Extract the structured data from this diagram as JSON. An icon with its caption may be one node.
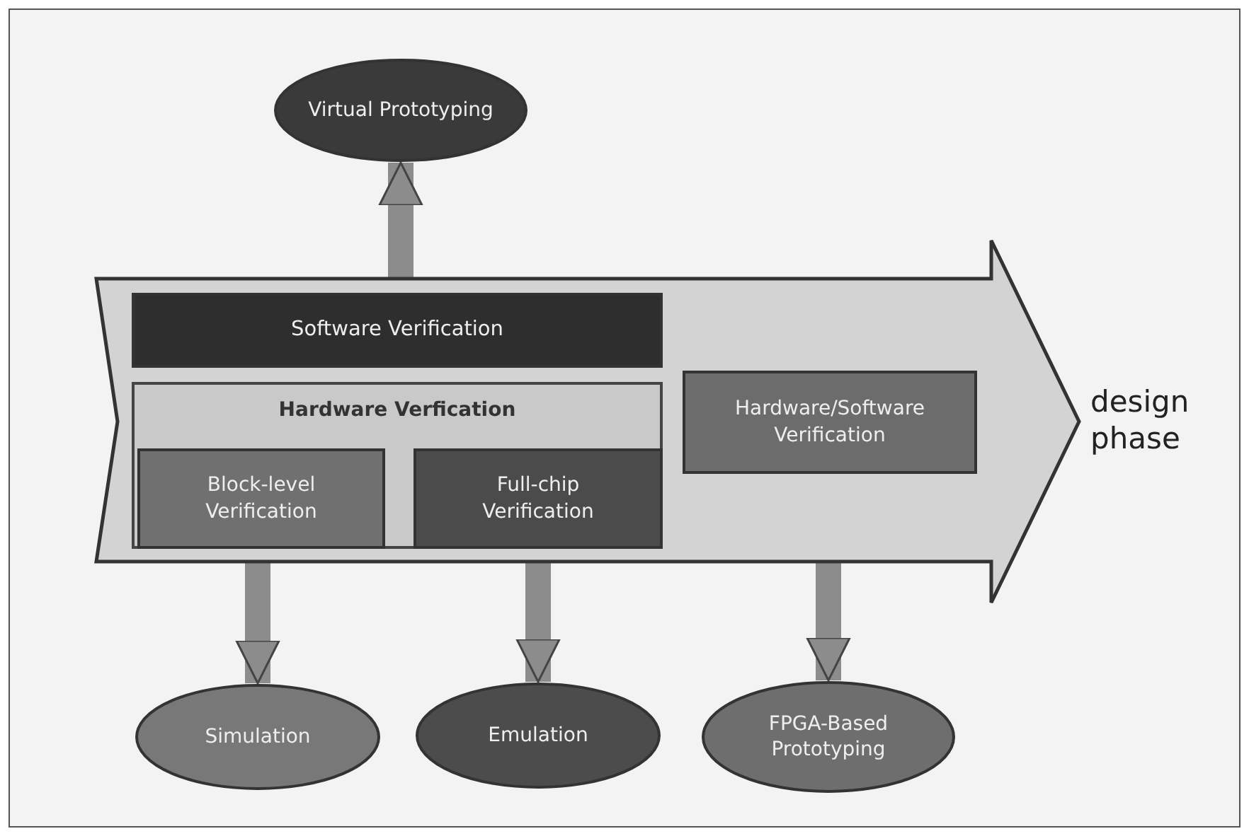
{
  "diagram": {
    "nodes": [
      {
        "text": [
          "Virtual Prototyping"
        ]
      },
      {
        "text": [],
        "shape": "arrow",
        "beside": [
          "design phase"
        ]
      },
      {
        "text": [
          "Software Verification"
        ],
        "in": 1
      },
      {
        "text": [
          "Hardware Verfication"
        ],
        "in": 1
      },
      {
        "text": [
          "Block-level Verification"
        ],
        "in": 3
      },
      {
        "text": [
          "Full-chip Verification"
        ],
        "in": 3
      },
      {
        "text": [
          "Hardware/Software Verification"
        ],
        "in": 1
      },
      {
        "text": [
          "Simulation"
        ]
      },
      {
        "text": [
          "Emulation"
        ]
      },
      {
        "text": [
          "FPGA-Based Prototyping"
        ]
      }
    ],
    "edges": [
      {
        "from": 1,
        "to": 0,
        "arrow": "to"
      },
      {
        "from": 1,
        "to": 7,
        "arrow": "to"
      },
      {
        "from": 1,
        "to": 8,
        "arrow": "to"
      },
      {
        "from": 1,
        "to": 9,
        "arrow": "to"
      }
    ]
  }
}
